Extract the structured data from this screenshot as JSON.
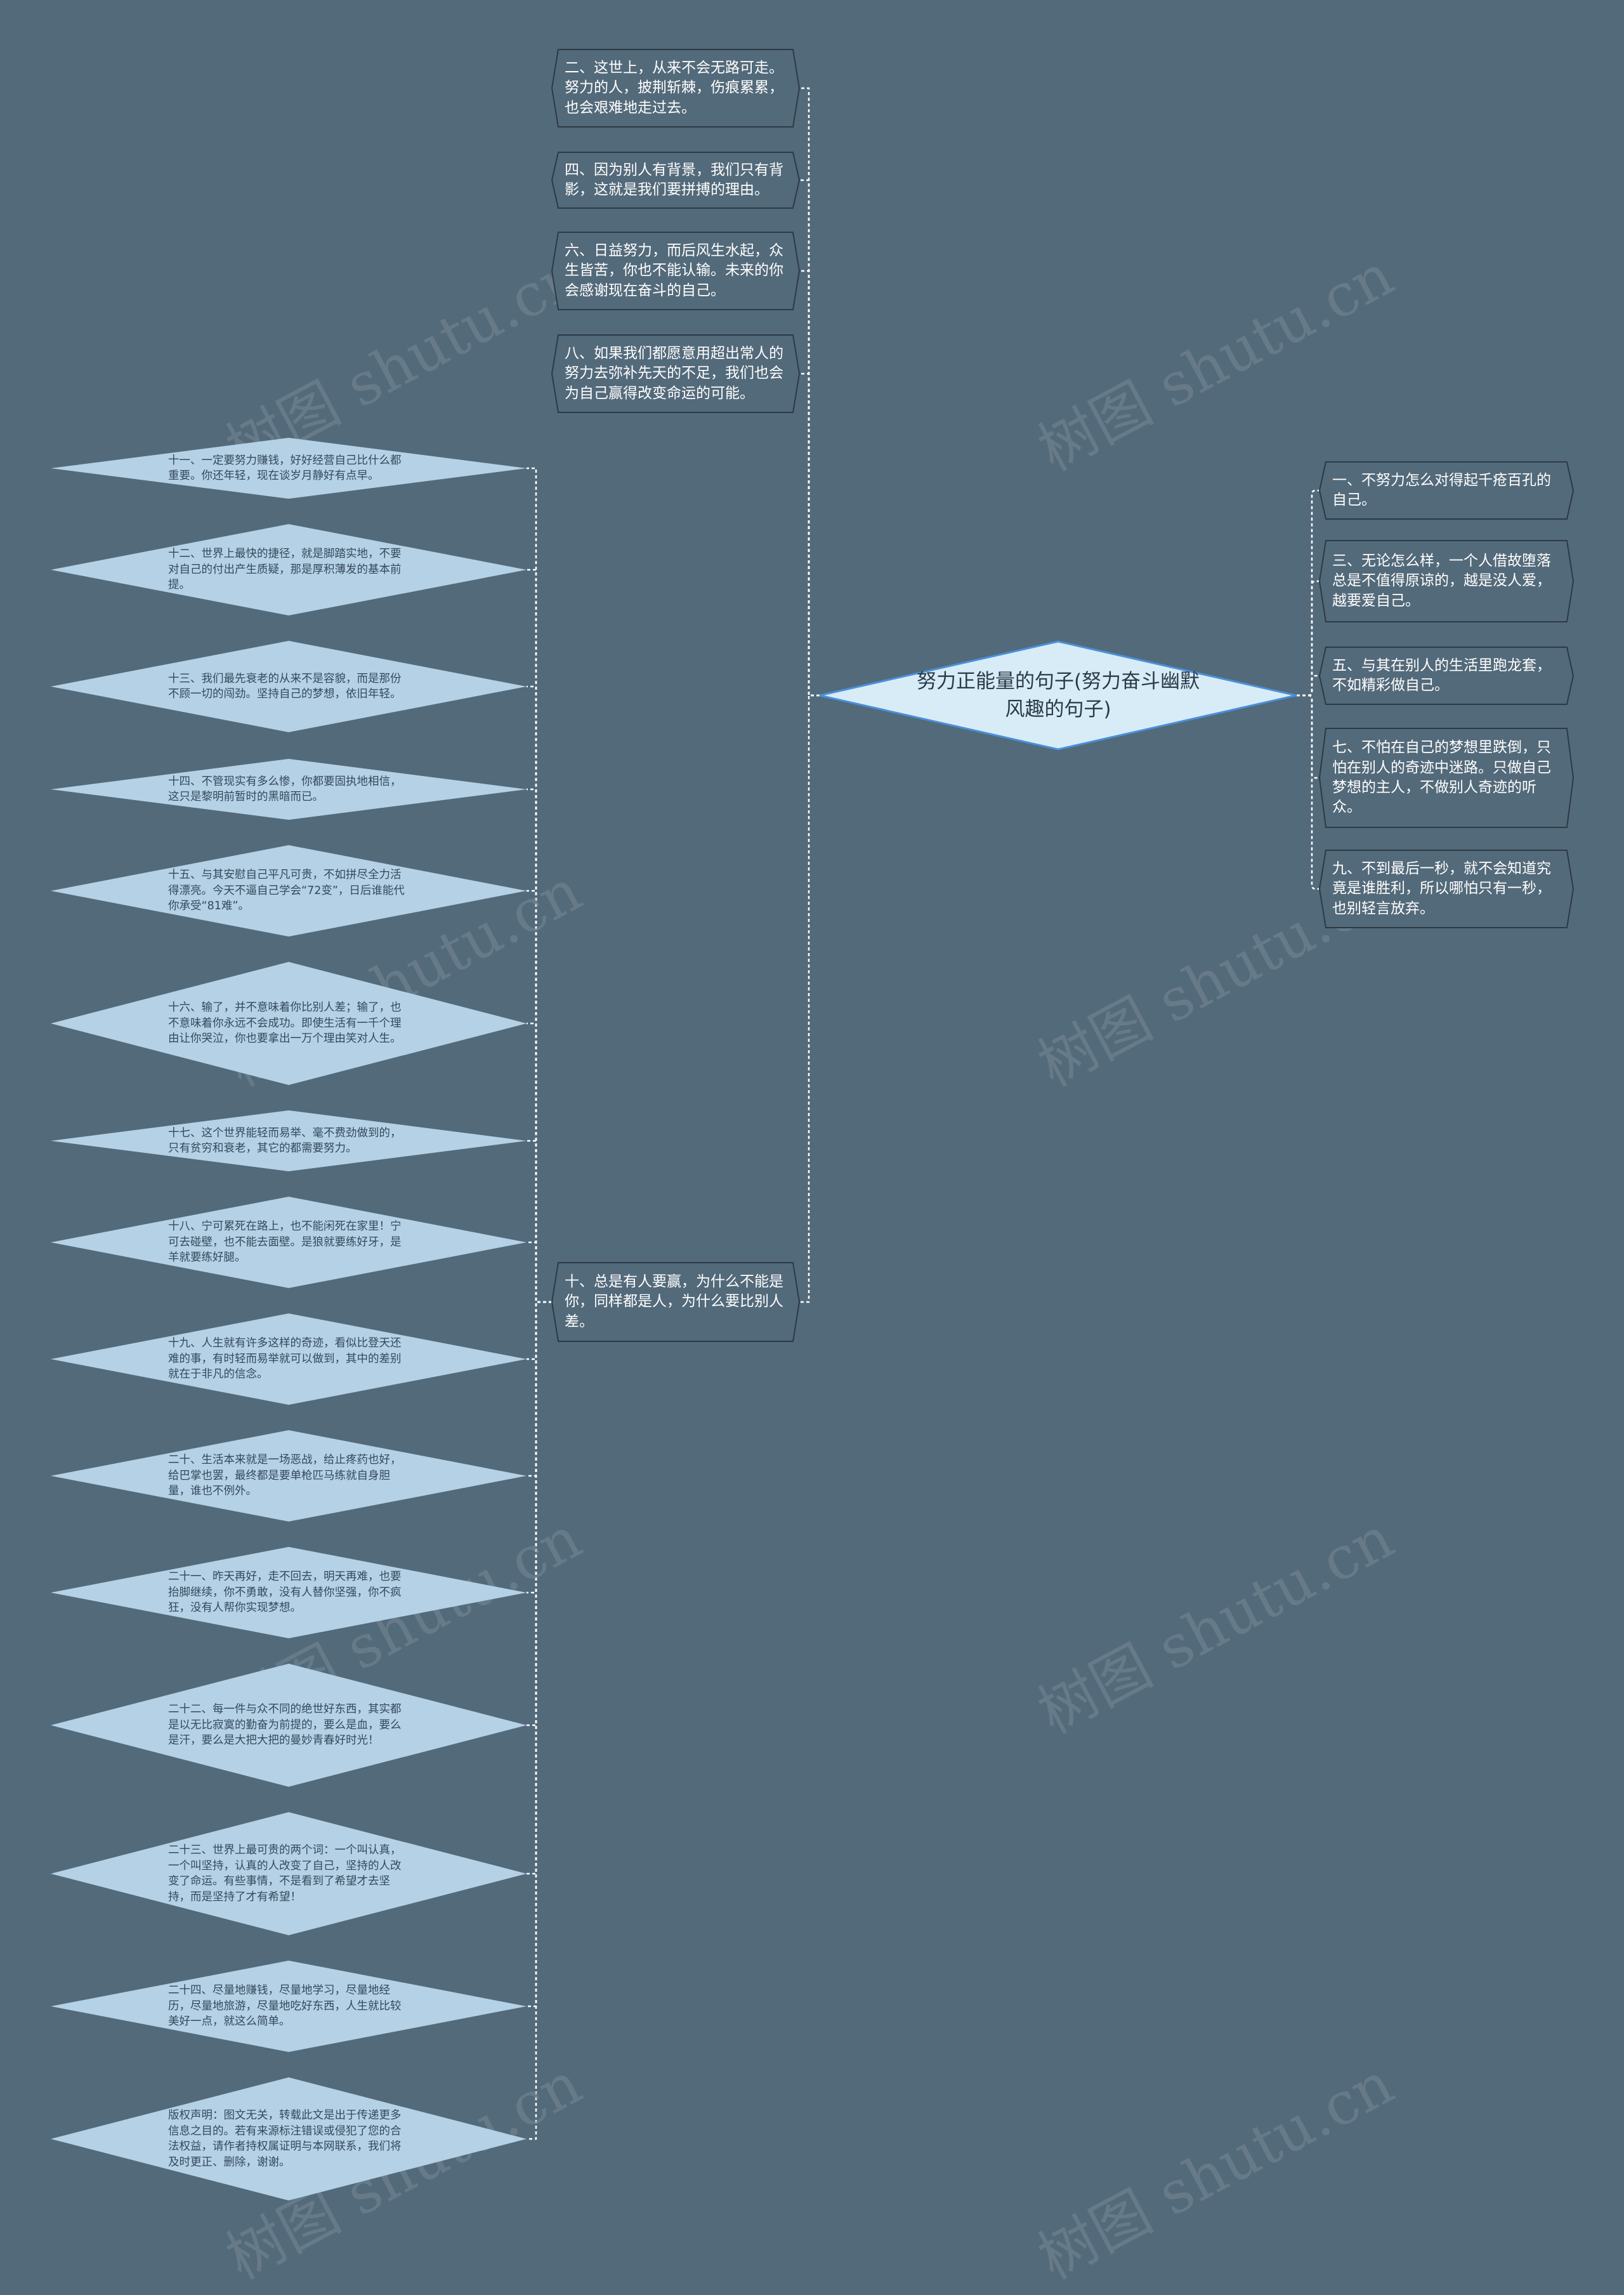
{
  "colors": {
    "background": "#536a7a",
    "root_fill": "#d8ecf7",
    "root_stroke": "#4a90d9",
    "diamond_fill": "#b4d1e6",
    "hex_stroke": "#2c3a45",
    "line": "#ffffff"
  },
  "root": {
    "title": "努力正能量的句子(努力奋斗幽默风趣的句子)"
  },
  "upper_left": [
    {
      "text": "二、这世上，从来不会无路可走。努力的人，披荆斩棘，伤痕累累，也会艰难地走过去。"
    },
    {
      "text": "四、因为别人有背景，我们只有背影，这就是我们要拼搏的理由。"
    },
    {
      "text": "六、日益努力，而后风生水起，众生皆苦，你也不能认输。未来的你会感谢现在奋斗的自己。"
    },
    {
      "text": "八、如果我们都愿意用超出常人的努力去弥补先天的不足，我们也会为自己赢得改变命运的可能。"
    }
  ],
  "right": [
    {
      "text": "一、不努力怎么对得起千疮百孔的自己。"
    },
    {
      "text": "三、无论怎么样，一个人借故堕落总是不值得原谅的，越是没人爱，越要爱自己。"
    },
    {
      "text": "五、与其在别人的生活里跑龙套，不如精彩做自己。"
    },
    {
      "text": "七、不怕在自己的梦想里跌倒，只怕在别人的奇迹中迷路。只做自己梦想的主人，不做别人奇迹的听众。"
    },
    {
      "text": "九、不到最后一秒，就不会知道究竟是谁胜利，所以哪怕只有一秒，也别轻言放弃。"
    }
  ],
  "mid": {
    "text": "十、总是有人要赢，为什么不能是你，同样都是人，为什么要比别人差。"
  },
  "far_left": [
    {
      "text": "十一、一定要努力赚钱，好好经营自己比什么都重要。你还年轻，现在谈岁月静好有点早。"
    },
    {
      "text": "十二、世界上最快的捷径，就是脚踏实地，不要对自己的付出产生质疑，那是厚积薄发的基本前提。"
    },
    {
      "text": "十三、我们最先衰老的从来不是容貌，而是那份不顾一切的闯劲。坚持自己的梦想，依旧年轻。"
    },
    {
      "text": "十四、不管现实有多么惨，你都要固执地相信，这只是黎明前暂时的黑暗而已。"
    },
    {
      "text": "十五、与其安慰自己平凡可贵，不如拼尽全力活得漂亮。今天不逼自己学会“72变”，日后谁能代你承受“81难”。"
    },
    {
      "text": "十六、输了，并不意味着你比别人差；输了，也不意味着你永远不会成功。即使生活有一千个理由让你哭泣，你也要拿出一万个理由笑对人生。"
    },
    {
      "text": "十七、这个世界能轻而易举、毫不费劲做到的，只有贫穷和衰老，其它的都需要努力。"
    },
    {
      "text": "十八、宁可累死在路上，也不能闲死在家里！宁可去碰壁，也不能去面壁。是狼就要练好牙，是羊就要练好腿。"
    },
    {
      "text": "十九、人生就有许多这样的奇迹，看似比登天还难的事，有时轻而易举就可以做到，其中的差别就在于非凡的信念。"
    },
    {
      "text": "二十、生活本来就是一场恶战，给止疼药也好，给巴掌也罢，最终都是要单枪匹马练就自身胆量，谁也不例外。"
    },
    {
      "text": "二十一、昨天再好，走不回去，明天再难，也要抬脚继续，你不勇敢，没有人替你坚强，你不疯狂，没有人帮你实现梦想。"
    },
    {
      "text": "二十二、每一件与众不同的绝世好东西，其实都是以无比寂寞的勤奋为前提的，要么是血，要么是汗，要么是大把大把的曼妙青春好时光！"
    },
    {
      "text": "二十三、世界上最可贵的两个词：一个叫认真，一个叫坚持，认真的人改变了自己，坚持的人改变了命运。有些事情，不是看到了希望才去坚持，而是坚持了才有希望！"
    },
    {
      "text": "二十四、尽量地赚钱，尽量地学习，尽量地经历，尽量地旅游，尽量地吃好东西，人生就比较美好一点，就这么简单。"
    },
    {
      "text": "版权声明：图文无关，转载此文是出于传递更多信息之目的。若有来源标注错误或侵犯了您的合法权益，请作者持权属证明与本网联系，我们将及时更正、删除，谢谢。"
    }
  ],
  "watermark": "树图 shutu.cn"
}
